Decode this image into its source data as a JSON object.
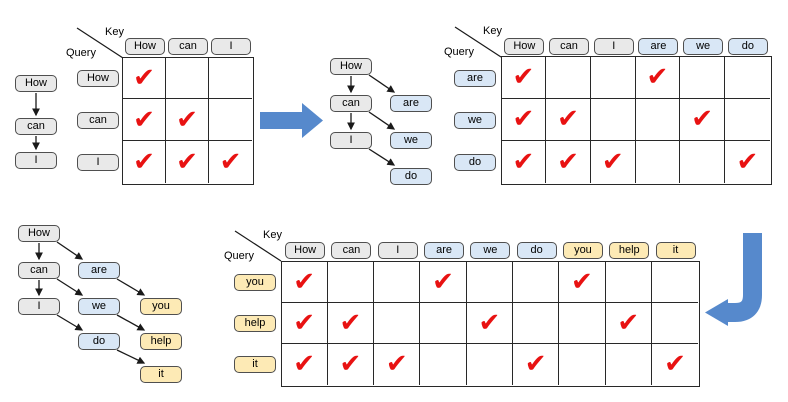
{
  "labels": {
    "key": "Key",
    "query": "Query"
  },
  "check_glyph": "✔",
  "colors": {
    "gray": "#e9e9e9",
    "blue": "#d9e7f6",
    "yellow": "#fdeab5",
    "box_border": "#4f4f4f",
    "grid_line": "#282828",
    "arrow_line": "#1a1a1a",
    "check": "#e81212",
    "big_arrow": "#5689cc"
  },
  "trees": [
    {
      "name": "prompt-chain",
      "nodes": [
        {
          "id": "How",
          "label": "How",
          "color": "gray",
          "col": 0,
          "row": 0
        },
        {
          "id": "can",
          "label": "can",
          "color": "gray",
          "col": 0,
          "row": 1
        },
        {
          "id": "I",
          "label": "I",
          "color": "gray",
          "col": 0,
          "row": 2
        }
      ],
      "edges": [
        [
          "How",
          "can"
        ],
        [
          "can",
          "I"
        ]
      ]
    },
    {
      "name": "generation-tree-1",
      "nodes": [
        {
          "id": "How",
          "label": "How",
          "color": "gray",
          "col": 0,
          "row": 0
        },
        {
          "id": "can",
          "label": "can",
          "color": "gray",
          "col": 0,
          "row": 1
        },
        {
          "id": "I",
          "label": "I",
          "color": "gray",
          "col": 0,
          "row": 2
        },
        {
          "id": "are",
          "label": "are",
          "color": "blue",
          "col": 1,
          "row": 1
        },
        {
          "id": "we",
          "label": "we",
          "color": "blue",
          "col": 1,
          "row": 2
        },
        {
          "id": "do",
          "label": "do",
          "color": "blue",
          "col": 1,
          "row": 3
        }
      ],
      "edges": [
        [
          "How",
          "can"
        ],
        [
          "can",
          "I"
        ],
        [
          "How",
          "are"
        ],
        [
          "can",
          "we"
        ],
        [
          "I",
          "do"
        ]
      ]
    },
    {
      "name": "generation-tree-2",
      "nodes": [
        {
          "id": "How",
          "label": "How",
          "color": "gray",
          "col": 0,
          "row": 0
        },
        {
          "id": "can",
          "label": "can",
          "color": "gray",
          "col": 0,
          "row": 1
        },
        {
          "id": "I",
          "label": "I",
          "color": "gray",
          "col": 0,
          "row": 2
        },
        {
          "id": "are",
          "label": "are",
          "color": "blue",
          "col": 1,
          "row": 1
        },
        {
          "id": "we",
          "label": "we",
          "color": "blue",
          "col": 1,
          "row": 2
        },
        {
          "id": "do",
          "label": "do",
          "color": "blue",
          "col": 1,
          "row": 3
        },
        {
          "id": "you",
          "label": "you",
          "color": "yellow",
          "col": 2,
          "row": 2
        },
        {
          "id": "help",
          "label": "help",
          "color": "yellow",
          "col": 2,
          "row": 3
        },
        {
          "id": "it",
          "label": "it",
          "color": "yellow",
          "col": 2,
          "row": 4
        }
      ],
      "edges": [
        [
          "How",
          "can"
        ],
        [
          "can",
          "I"
        ],
        [
          "How",
          "are"
        ],
        [
          "can",
          "we"
        ],
        [
          "I",
          "do"
        ],
        [
          "are",
          "you"
        ],
        [
          "we",
          "help"
        ],
        [
          "do",
          "it"
        ]
      ]
    }
  ],
  "matrices": [
    {
      "name": "mask-3x3",
      "columns": [
        {
          "label": "How",
          "color": "gray"
        },
        {
          "label": "can",
          "color": "gray"
        },
        {
          "label": "I",
          "color": "gray"
        }
      ],
      "rows": [
        {
          "label": "How",
          "color": "gray"
        },
        {
          "label": "can",
          "color": "gray"
        },
        {
          "label": "I",
          "color": "gray"
        }
      ],
      "checks": [
        [
          1,
          0,
          0
        ],
        [
          1,
          1,
          0
        ],
        [
          1,
          1,
          1
        ]
      ]
    },
    {
      "name": "mask-3x6",
      "columns": [
        {
          "label": "How",
          "color": "gray"
        },
        {
          "label": "can",
          "color": "gray"
        },
        {
          "label": "I",
          "color": "gray"
        },
        {
          "label": "are",
          "color": "blue"
        },
        {
          "label": "we",
          "color": "blue"
        },
        {
          "label": "do",
          "color": "blue"
        }
      ],
      "rows": [
        {
          "label": "are",
          "color": "blue"
        },
        {
          "label": "we",
          "color": "blue"
        },
        {
          "label": "do",
          "color": "blue"
        }
      ],
      "checks": [
        [
          1,
          0,
          0,
          1,
          0,
          0
        ],
        [
          1,
          1,
          0,
          0,
          1,
          0
        ],
        [
          1,
          1,
          1,
          0,
          0,
          1
        ]
      ]
    },
    {
      "name": "mask-3x9",
      "columns": [
        {
          "label": "How",
          "color": "gray"
        },
        {
          "label": "can",
          "color": "gray"
        },
        {
          "label": "I",
          "color": "gray"
        },
        {
          "label": "are",
          "color": "blue"
        },
        {
          "label": "we",
          "color": "blue"
        },
        {
          "label": "do",
          "color": "blue"
        },
        {
          "label": "you",
          "color": "yellow"
        },
        {
          "label": "help",
          "color": "yellow"
        },
        {
          "label": "it",
          "color": "yellow"
        }
      ],
      "rows": [
        {
          "label": "you",
          "color": "yellow"
        },
        {
          "label": "help",
          "color": "yellow"
        },
        {
          "label": "it",
          "color": "yellow"
        }
      ],
      "checks": [
        [
          1,
          0,
          0,
          1,
          0,
          0,
          1,
          0,
          0
        ],
        [
          1,
          1,
          0,
          0,
          1,
          0,
          0,
          1,
          0
        ],
        [
          1,
          1,
          1,
          0,
          0,
          1,
          0,
          0,
          1
        ]
      ]
    }
  ]
}
